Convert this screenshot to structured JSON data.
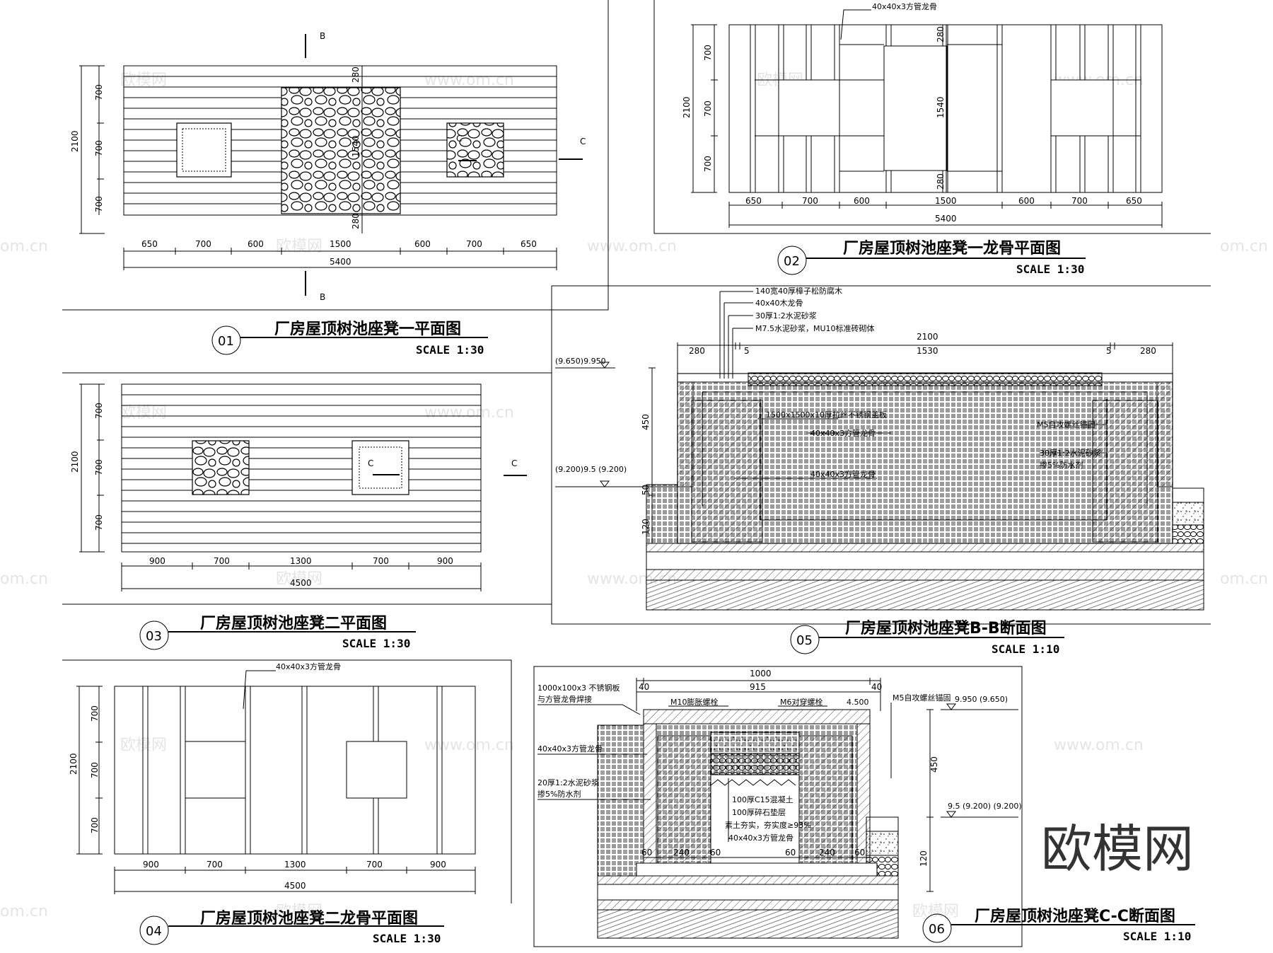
{
  "drawings": {
    "d01": {
      "number": "01",
      "title": "厂房屋顶树池座凳一平面图",
      "scale": "SCALE 1:30",
      "dims_x": [
        "650",
        "700",
        "600",
        "1500",
        "600",
        "700",
        "650"
      ],
      "total_x": "5400",
      "dims_y": [
        "700",
        "700",
        "700"
      ],
      "total_y": "2100",
      "dim_280_top": "280",
      "dim_280_bot": "280",
      "dim_1540": "1540",
      "section_b": "B",
      "section_c": "C"
    },
    "d02": {
      "number": "02",
      "title": "厂房屋顶树池座凳一龙骨平面图",
      "scale": "SCALE 1:30",
      "dims_x": [
        "650",
        "700",
        "600",
        "1500",
        "600",
        "700",
        "650"
      ],
      "total_x": "5400",
      "dims_y": [
        "700",
        "700",
        "700"
      ],
      "total_y": "2100",
      "dim_280_top": "280",
      "dim_280_bot": "280",
      "dim_1540": "1540",
      "note": "40x40x3方管龙骨"
    },
    "d03": {
      "number": "03",
      "title": "厂房屋顶树池座凳二平面图",
      "scale": "SCALE 1:30",
      "dims_x": [
        "900",
        "700",
        "1300",
        "700",
        "900"
      ],
      "total_x": "4500",
      "dims_y": [
        "700",
        "700",
        "700"
      ],
      "total_y": "2100",
      "section_c": "C"
    },
    "d04": {
      "number": "04",
      "title": "厂房屋顶树池座凳二龙骨平面图",
      "scale": "SCALE 1:30",
      "dims_x": [
        "900",
        "700",
        "1300",
        "700",
        "900"
      ],
      "total_x": "4500",
      "dims_y": [
        "700",
        "700",
        "700"
      ],
      "total_y": "2100",
      "note": "40x40x3方管龙骨"
    },
    "d05": {
      "number": "05",
      "title": "厂房屋顶树池座凳B-B断面图",
      "scale": "SCALE 1:10",
      "dims_top": [
        "280",
        "5",
        "1530",
        "5",
        "280"
      ],
      "total": "2100",
      "dims_v": [
        "450",
        "50",
        "120"
      ],
      "level_top": "(9.650)9.950",
      "level_bot": "(9.200)9.5 (9.200)",
      "notes": [
        "140宽40厚樟子松防腐木",
        "40x40木龙骨",
        "30厚1:2水泥砂浆",
        "M7.5水泥砂浆，MU10标准砖砌体"
      ],
      "inner_notes": [
        "1500x1500x10厚拉丝不锈钢盖板",
        "40x40x3方管龙骨",
        "M5自攻螺丝锚固",
        "30厚1:2水泥砂浆",
        "掺5%防水剂",
        "40x40x3方管龙骨"
      ]
    },
    "d06": {
      "number": "06",
      "title": "厂房屋顶树池座凳C-C断面图",
      "scale": "SCALE 1:10",
      "dims_top": [
        "40",
        "915",
        "40"
      ],
      "total": "1000",
      "dims_bottom": [
        "60",
        "240",
        "60",
        "60",
        "240",
        "60"
      ],
      "dims_v": [
        "450",
        "120"
      ],
      "level_top": "9.950 (9.650)",
      "level_bot": "9.5 (9.200) (9.200)",
      "level_mid": "4.500",
      "left_notes": [
        "1000x100x3 不锈钢板",
        "与方管龙骨焊接",
        "40x40x3方管龙骨",
        "20厚1:2水泥砂浆",
        "掺5%防水剂"
      ],
      "top_notes": [
        "M10膨胀螺栓",
        "M6对穿螺栓",
        "M5自攻螺丝锚固"
      ],
      "inner_notes": [
        "100厚C15混凝土",
        "100厚碎石垫层",
        "素土夯实，夯实度≥93%",
        "40x40x3方管龙骨"
      ]
    }
  },
  "watermark": {
    "text": "欧模网",
    "url": "www.om.cn",
    "url_short": "om.cn"
  },
  "logo": "欧模网"
}
